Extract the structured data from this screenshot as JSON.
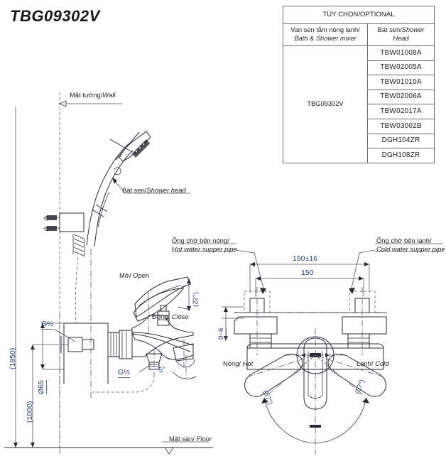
{
  "title": "TBG09302V",
  "table": {
    "header_optional": "TÙY CHỌN/OPTIONAL",
    "col1_vi": "Van sen tắm nóng lạnh/",
    "col1_en": "Bath & Shower mixer",
    "col2_vi": "Bát sen/",
    "col2_en": "Shower Head",
    "model": "TBG09302V",
    "shower_heads": [
      "TBW01008A",
      "TBW02005A",
      "TBW01010A",
      "TBW02006A",
      "TBW02017A",
      "TBW03002B",
      "DGH104ZR",
      "DGH108ZR"
    ]
  },
  "left_view": {
    "wall_label_vi": "Mặt tường/",
    "wall_label_en": "Wall",
    "shower_head_vi": "Bát sen/",
    "shower_head_en": "Shower head",
    "dim_height_total": "(1850)",
    "dim_height_mixer": "(1000)",
    "dim_diameter": "Ø65",
    "thread_upper": "G½",
    "thread_lower": "G½",
    "open_vi": "Mở/",
    "open_en": "Open",
    "close_vi": "Đóng/",
    "close_en": "Close",
    "lever_angle": "(22°)",
    "spout_angle": "5°",
    "floor_vi": "Mặt sàn/",
    "floor_en": "Floor"
  },
  "right_view": {
    "hot_pipe_vi": "Ống chờ bên nóng/",
    "hot_pipe_en": "Hot water supper pipe",
    "cold_pipe_vi": "Ống chờ bên lạnh/",
    "cold_pipe_en": "Cold water supper pipe",
    "dim_center_tol": "150±16",
    "dim_center": "150",
    "dim_projection": "0~6",
    "hot_vi": "Nóng/",
    "hot_en": "Hot",
    "cold_vi": "Lạnh/",
    "cold_en": "Cold",
    "angle_left": "(57°)",
    "angle_right": "(57°)"
  },
  "colors": {
    "line": "#2b2b33",
    "dimension_text": "#2c3e6b",
    "body_text": "#231f20"
  }
}
